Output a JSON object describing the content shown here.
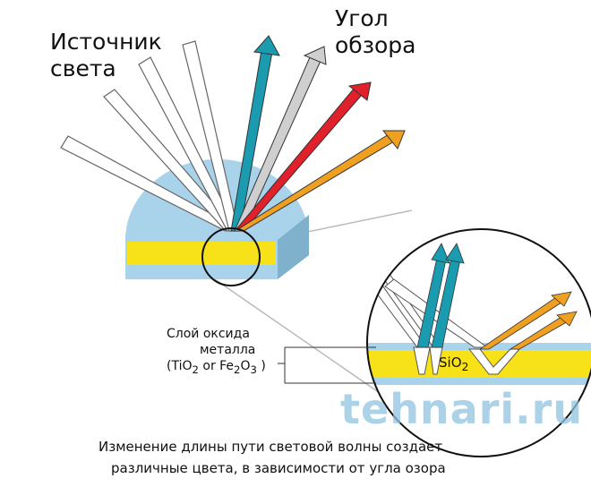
{
  "labels": {
    "light_source_line1": "Источник",
    "light_source_line2": "света",
    "view_angle_line1": "Угол",
    "view_angle_line2": "обзора",
    "oxide_line1": "Слой оксида",
    "oxide_line2": "металла",
    "oxide_line3_prefix": "(TiO",
    "oxide_sub1": "2",
    "oxide_mid": " or Fe",
    "oxide_sub2": "2",
    "oxide_mid2": "O",
    "oxide_sub3": "3",
    "oxide_suffix": " )",
    "sio2": "SiO",
    "sio2_sub": "2"
  },
  "caption": {
    "line1": "Изменение длины пути световой волны создает",
    "line2": "различные цвета, в зависимости  от угла озора"
  },
  "watermark": "tehnari.ru",
  "colors": {
    "teal": "#1a9bb0",
    "gray": "#cfcfcf",
    "red": "#e0202a",
    "orange": "#f0a020",
    "yellow": "#f7e21a",
    "lightblue": "#a9d6ec"
  }
}
